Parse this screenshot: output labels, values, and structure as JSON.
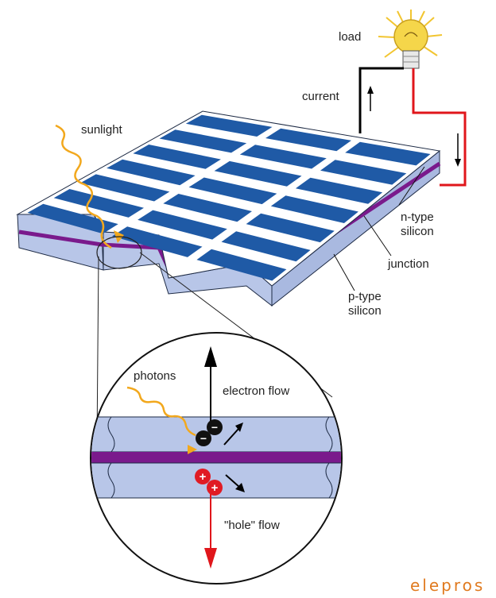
{
  "labels": {
    "load": "load",
    "current": "current",
    "sunlight": "sunlight",
    "n_type_1": "n-type",
    "n_type_2": "silicon",
    "junction": "junction",
    "p_type_1": "p-type",
    "p_type_2": "silicon",
    "photons": "photons",
    "electron_flow": "electron flow",
    "hole_flow": "\"hole\" flow",
    "electron_sign": "−",
    "hole_sign": "+"
  },
  "watermark": "elepros",
  "colors": {
    "cell_blue": "#1f5aa6",
    "grid_white": "#ffffff",
    "silicon": "#b8c6e8",
    "silicon_dark": "#8c9dc9",
    "junction_purple": "#7a1a8c",
    "wire_black": "#000000",
    "wire_red": "#e0161b",
    "sun_ray": "#f2a81d",
    "bulb_glow": "#f5d64a",
    "electron": "#111111",
    "hole": "#e01b24",
    "watermark": "#e07a1f"
  },
  "icons": [
    "light-bulb-icon",
    "arrow-up-icon",
    "arrow-down-icon",
    "sunlight-ray-icon",
    "electron-icon",
    "hole-icon"
  ]
}
